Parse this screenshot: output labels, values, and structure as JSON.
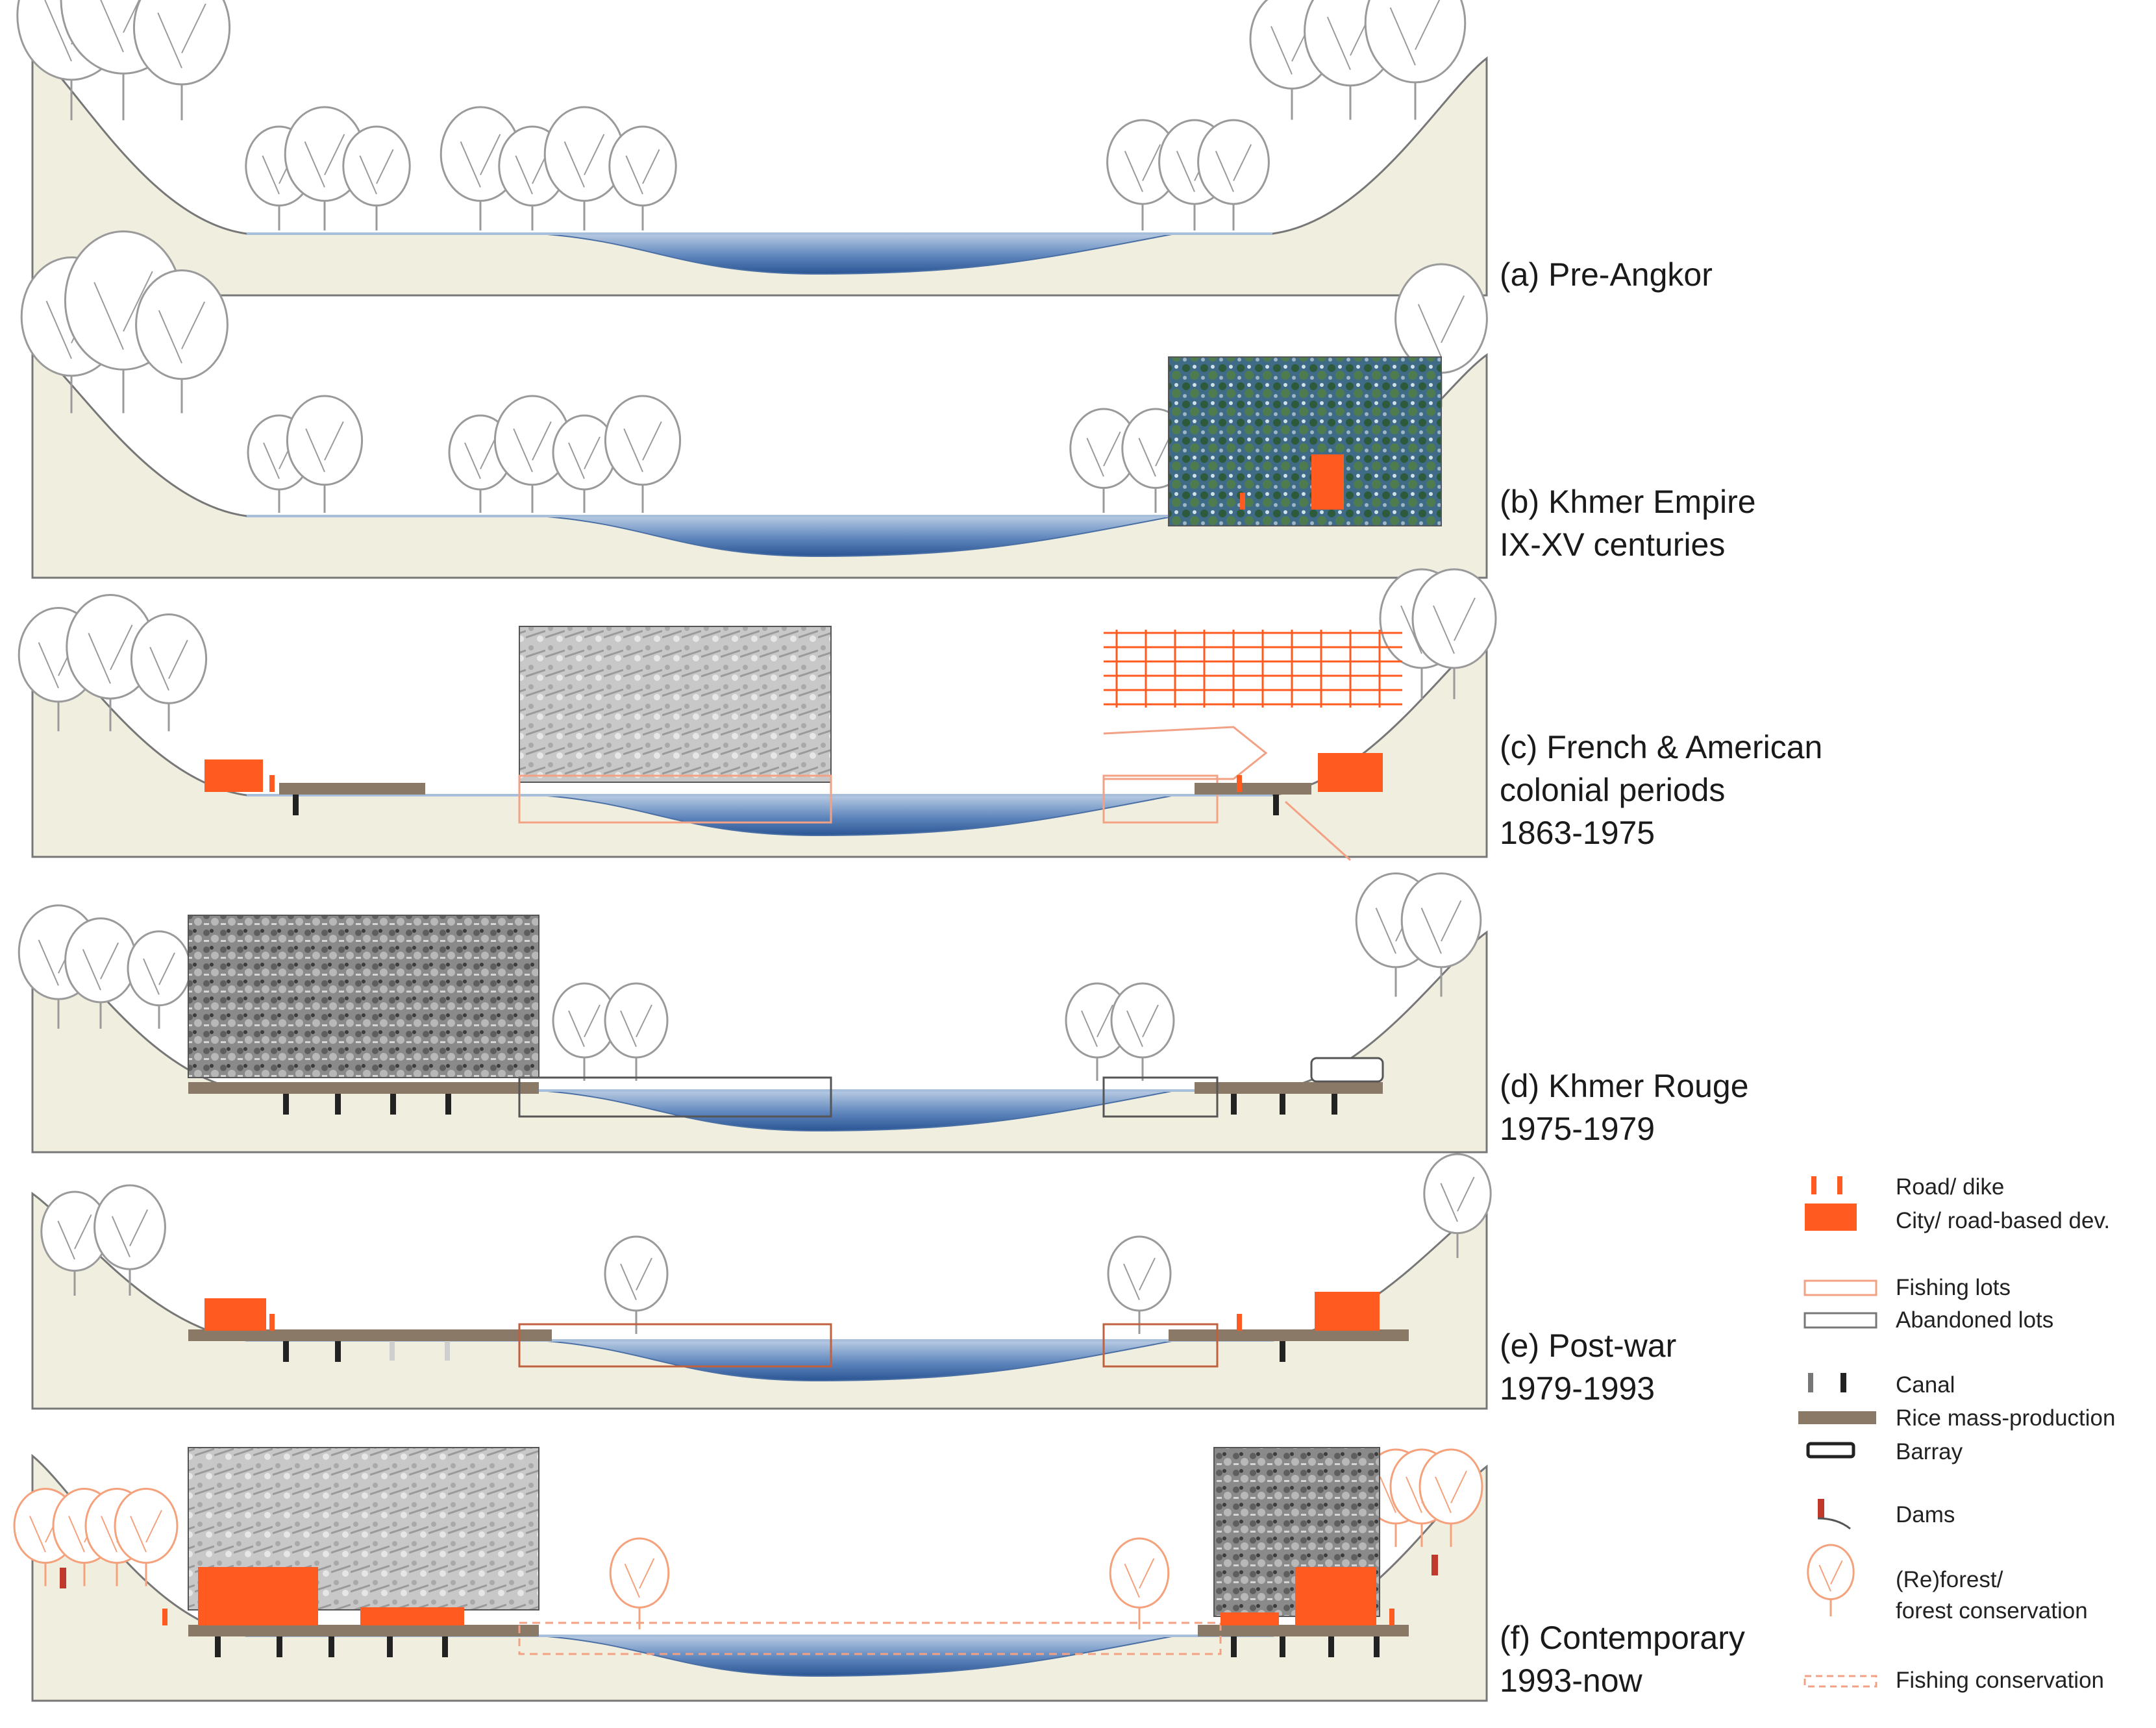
{
  "sections": [
    {
      "label_lines": [
        "(a) Pre-Angkor"
      ],
      "has_photo": false
    },
    {
      "label_lines": [
        "(b) Khmer Empire",
        "IX-XV centuries"
      ],
      "has_photo": true
    },
    {
      "label_lines": [
        "(c) French & American",
        "colonial periods",
        "1863-1975"
      ],
      "has_photo": true
    },
    {
      "label_lines": [
        "(d) Khmer Rouge",
        "1975-1979"
      ],
      "has_photo": true
    },
    {
      "label_lines": [
        "(e) Post-war",
        "1979-1993"
      ],
      "has_photo": false
    },
    {
      "label_lines": [
        "(f) Contemporary",
        "1993-now"
      ],
      "has_photo": true
    }
  ],
  "legend": [
    {
      "key": "road",
      "label": "Road/ dike"
    },
    {
      "key": "city",
      "label": "City/ road-based dev."
    },
    {
      "key": "fishing",
      "label": "Fishing lots"
    },
    {
      "key": "abandoned",
      "label": "Abandoned lots"
    },
    {
      "key": "canal",
      "label": "Canal"
    },
    {
      "key": "rice",
      "label": "Rice mass-production"
    },
    {
      "key": "barray",
      "label": "Barray"
    },
    {
      "key": "dams",
      "label": "Dams"
    },
    {
      "key": "reforest",
      "label": "(Re)forest/ forest conservation",
      "lines": [
        "(Re)forest/",
        "forest conservation"
      ]
    },
    {
      "key": "fishcons",
      "label": "Fishing conservation"
    }
  ],
  "colors": {
    "ground": "#f0eedf",
    "outline": "#777777",
    "water_light": "#a8bfdc",
    "water_dark": "#2f5a9b",
    "orange": "#ff5a1f",
    "rice": "#8b7968",
    "tree_stroke": "#9a9a9a",
    "reforest_stroke": "#f4a17c",
    "fishing_lot": "#f3a185"
  },
  "icons": [
    "tree-icon",
    "orange-tree-icon",
    "canal-icon",
    "dam-icon",
    "city-block-icon",
    "road-dike-icon"
  ]
}
